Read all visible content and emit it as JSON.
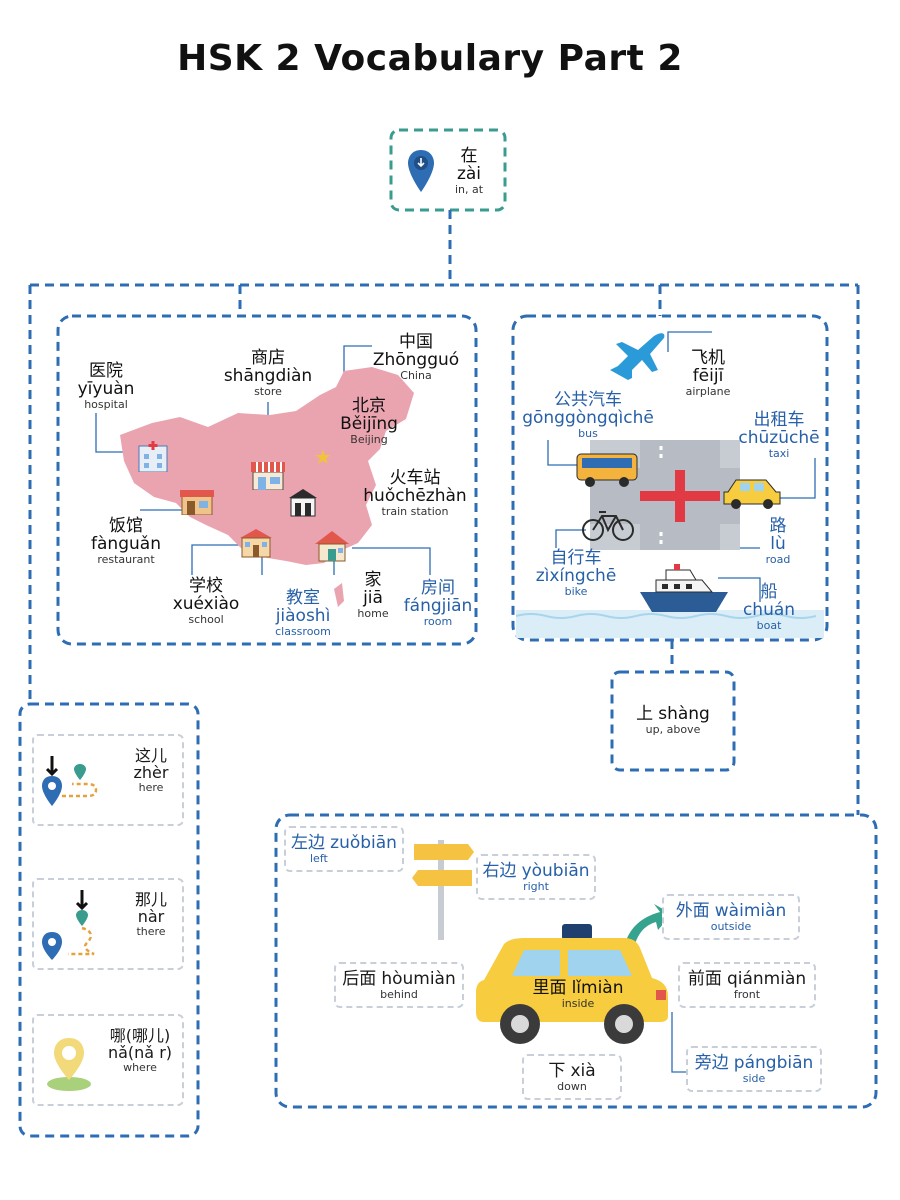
{
  "title": "HSK 2 Vocabulary Part 2",
  "colors": {
    "frame": "#2e6db4",
    "top_box": "#3a9b8f",
    "china_map": "#eaa4b0",
    "blue_text": "#2760a8",
    "taxi": "#f7cc3e",
    "arrow": "#36a38f",
    "sign": "#f5c242"
  },
  "root": {
    "hanzi": "在",
    "pinyin": "zài",
    "english": "in, at",
    "icon": "location-pin-icon"
  },
  "china_words": {
    "yiyuan": {
      "hanzi": "医院",
      "pinyin": "yīyuàn",
      "english": "hospital"
    },
    "shangdian": {
      "hanzi": "商店",
      "pinyin": "shāngdiàn",
      "english": "store"
    },
    "zhongguo": {
      "hanzi": "中国",
      "pinyin": "Zhōngguó",
      "english": "China"
    },
    "beijing": {
      "hanzi": "北京",
      "pinyin": "Běijīng",
      "english": "Beijing"
    },
    "huochezhan": {
      "hanzi": "火车站",
      "pinyin": "huǒchēzhàn",
      "english": "train station"
    },
    "fanguan": {
      "hanzi": "饭馆",
      "pinyin": "fànguǎn",
      "english": "restaurant"
    },
    "xuexiao": {
      "hanzi": "学校",
      "pinyin": "xuéxiào",
      "english": "school"
    },
    "jiaoshi": {
      "hanzi": "教室",
      "pinyin": "jiàoshì",
      "english": "classroom"
    },
    "jia": {
      "hanzi": "家",
      "pinyin": "jiā",
      "english": "home"
    },
    "fangjian": {
      "hanzi": "房间",
      "pinyin": "fángjiān",
      "english": "room"
    }
  },
  "transport_words": {
    "feiji": {
      "hanzi": "飞机",
      "pinyin": "fēijī",
      "english": "airplane"
    },
    "gonggongqiche": {
      "hanzi": "公共汽车",
      "pinyin": "gōnggòngqìchē",
      "english": "bus"
    },
    "chuzuche": {
      "hanzi": "出租车",
      "pinyin": "chūzūchē",
      "english": "taxi"
    },
    "lu": {
      "hanzi": "路",
      "pinyin": "lù",
      "english": "road"
    },
    "zixingche": {
      "hanzi": "自行车",
      "pinyin": "zìxíngchē",
      "english": "bike"
    },
    "chuan": {
      "hanzi": "船",
      "pinyin": "chuán",
      "english": "boat"
    }
  },
  "shang": {
    "hanzi": "上",
    "pinyin": "shàng",
    "english": "up, above"
  },
  "location_words": {
    "zher": {
      "hanzi": "这儿",
      "pinyin": "zhèr",
      "english": "here"
    },
    "nar": {
      "hanzi": "那儿",
      "pinyin": "nàr",
      "english": "there"
    },
    "nar_q": {
      "hanzi": "哪(哪儿)",
      "pinyin": "nǎ(nǎ r)",
      "english": "where"
    }
  },
  "direction_words": {
    "zuobian": {
      "hanzi": "左边",
      "pinyin": "zuǒbiān",
      "english": "left"
    },
    "youbian": {
      "hanzi": "右边",
      "pinyin": "yòubiān",
      "english": "right"
    },
    "waimian": {
      "hanzi": "外面",
      "pinyin": "wàimiàn",
      "english": "outside"
    },
    "houmian": {
      "hanzi": "后面",
      "pinyin": "hòumiàn",
      "english": "behind"
    },
    "limian": {
      "hanzi": "里面",
      "pinyin": "lǐmiàn",
      "english": "inside"
    },
    "qianmian": {
      "hanzi": "前面",
      "pinyin": "qiánmiàn",
      "english": "front"
    },
    "pangbian": {
      "hanzi": "旁边",
      "pinyin": "pángbiān",
      "english": "side"
    },
    "xia": {
      "hanzi": "下",
      "pinyin": "xià",
      "english": "down"
    }
  }
}
